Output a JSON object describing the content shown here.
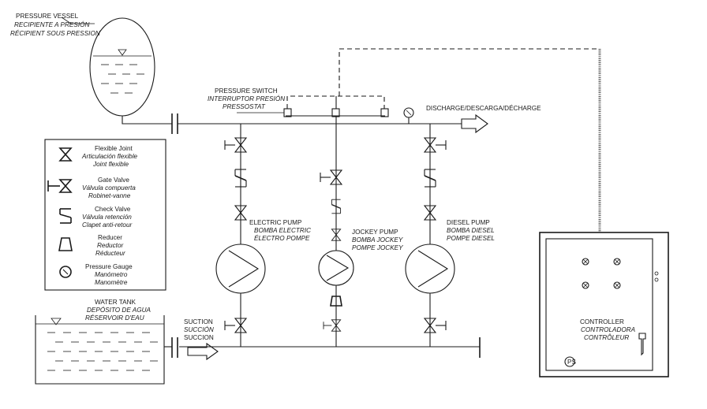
{
  "pressure_vessel": {
    "title": "PRESSURE VESSEL",
    "es": "RECIPIENTE A PRESIÓN",
    "fr": "RÉCIPIENT SOUS PRESSION"
  },
  "pressure_switch": {
    "title": "PRESSURE SWITCH",
    "es": "INTERRUPTOR PRESIÓN",
    "fr": "PRESSOSTAT"
  },
  "discharge": "DISCHARGE/DESCARGA/DÉCHARGE",
  "legend": [
    {
      "icon": "flexible-joint-icon",
      "en": "Flexible Joint",
      "es": "Articulación flexible",
      "fr": "Joint flexible"
    },
    {
      "icon": "gate-valve-icon",
      "en": "Gate Valve",
      "es": "Válvula compuerta",
      "fr": "Robinet-vanne"
    },
    {
      "icon": "check-valve-icon",
      "en": "Check Valve",
      "es": "Válvula retención",
      "fr": "Clapet anti-retour"
    },
    {
      "icon": "reducer-icon",
      "en": "Reducer",
      "es": "Reductor",
      "fr": "Réducteur"
    },
    {
      "icon": "pressure-gauge-icon",
      "en": "Pressure Gauge",
      "es": "Manómetro",
      "fr": "Manomètre"
    }
  ],
  "electric_pump": {
    "en": "ELECTRIC PUMP",
    "es": "BOMBA  ELECTRIC",
    "fr": "ÉLECTRO  POMPE"
  },
  "jockey_pump": {
    "en": "JOCKEY PUMP",
    "es": "BOMBA JOCKEY",
    "fr": "POMPE JOCKEY"
  },
  "diesel_pump": {
    "en": "DIESEL PUMP",
    "es": "BOMBA DIESEL",
    "fr": "POMPE DIESEL"
  },
  "water_tank": {
    "en": "WATER TANK",
    "es": "DEPÓSITO DE AGUA",
    "fr": "RÉSERVOIR D'EAU"
  },
  "suction": {
    "en": "SUCTION",
    "es": "SUCCIÓN",
    "fr": "SUCCION"
  },
  "controller": {
    "en": "CONTROLLER",
    "es": "CONTROLADORA",
    "fr": "CONTRÔLEUR",
    "badge": "PS"
  }
}
